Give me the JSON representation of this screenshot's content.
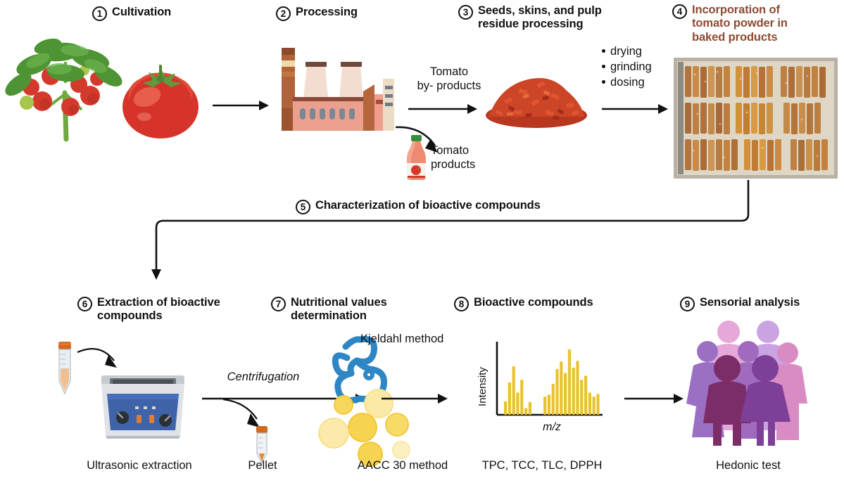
{
  "theme": {
    "ink": "#111111",
    "accent_brown": "#8d4a32",
    "tomato_red": "#d6342a",
    "leaf_green": "#5ea03c",
    "powder_red": "#c8402a",
    "kjeldahl_blue": "#2f86c5",
    "disc_yellow": "#f2d24a",
    "spectrum_yellow": "#e8c32e",
    "people_purple": "#7e3f98",
    "bath_blue": "#3f63a8",
    "background": "#ffffff"
  },
  "steps": [
    {
      "num": "1",
      "title": "Cultivation"
    },
    {
      "num": "2",
      "title": "Processing"
    },
    {
      "num": "3",
      "title": "Seeds, skins, and pulp\nresidue processing"
    },
    {
      "num": "4",
      "title": "Incorporation of\ntomato powder in\nbaked products"
    },
    {
      "num": "5",
      "title": "Characterization of bioactive compounds"
    },
    {
      "num": "6",
      "title": "Extraction of bioactive\ncompounds"
    },
    {
      "num": "7",
      "title": "Nutritional values\ndetermination"
    },
    {
      "num": "8",
      "title": "Bioactive compounds"
    },
    {
      "num": "9",
      "title": "Sensorial analysis"
    }
  ],
  "labels": {
    "tomato_byproducts": "Tomato\nby- products",
    "tomato_products": "Tomato\nproducts",
    "centrifugation": "Centrifugation",
    "kjeldahl_method": "Kjeldahl method"
  },
  "bullets": [
    "drying",
    "grinding",
    "dosing"
  ],
  "captions": {
    "ultrasonic": "Ultrasonic extraction",
    "pellet": "Pellet",
    "aacc": "AACC 30 method",
    "assays": "TPC, TCC, TLC, DPPH",
    "hedonic": "Hedonic test"
  },
  "spectrum": {
    "ylabel": "Intensity",
    "xlabel": "m/z",
    "cluster_a": [
      0.2,
      0.48,
      0.72,
      0.33,
      0.52,
      0.1,
      0.19
    ],
    "cluster_b": [
      0.27,
      0.3,
      0.46,
      0.68,
      0.79,
      0.62,
      0.97,
      0.7,
      0.8,
      0.52,
      0.58,
      0.33,
      0.27,
      0.31
    ]
  }
}
